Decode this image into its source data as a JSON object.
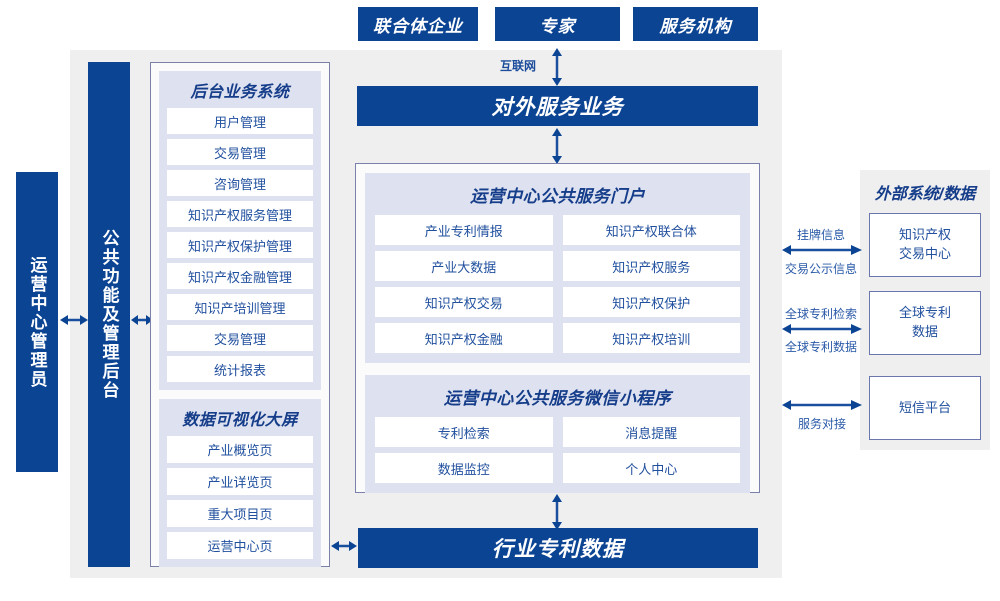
{
  "diagram": {
    "title_top_actors": [
      {
        "label": "联合体企业"
      },
      {
        "label": "专家"
      },
      {
        "label": "服务机构"
      }
    ],
    "internet_label": "互联网",
    "external_service_bar": "对外服务业务",
    "left_actor_bar": "运营中心管理员",
    "common_function_bar": "公共功能及管理后台",
    "backend_group": {
      "title": "后台业务系统",
      "items": [
        "用户管理",
        "交易管理",
        "咨询管理",
        "知识产权服务管理",
        "知识产权保护管理",
        "知识产权金融管理",
        "知识产培训管理",
        "交易管理",
        "统计报表"
      ]
    },
    "visualization_group": {
      "title": "数据可视化大屏",
      "items": [
        "产业概览页",
        "产业详览页",
        "重大项目页",
        "运营中心页"
      ]
    },
    "portal_group": {
      "title": "运营中心公共服务门户",
      "items_left": [
        "产业专利情报",
        "产业大数据",
        "知识产权交易",
        "知识产权金融"
      ],
      "items_right": [
        "知识产权联合体",
        "知识产权服务",
        "知识产权保护",
        "知识产权培训"
      ]
    },
    "miniprogram_group": {
      "title": "运营中心公共服务微信小程序",
      "items_left": [
        "专利检索",
        "数据监控"
      ],
      "items_right": [
        "消息提醒",
        "个人中心"
      ]
    },
    "bottom_bar": "行业专利数据",
    "external": {
      "title": "外部系统/数据",
      "boxes": [
        {
          "line1": "知识产权",
          "line2": "交易中心"
        },
        {
          "line1": "全球专利",
          "line2": "数据"
        },
        {
          "line1": "短信平台",
          "line2": ""
        }
      ],
      "connectors": [
        {
          "above": "挂牌信息",
          "below": "交易公示信息"
        },
        {
          "above": "全球专利检索",
          "below": "全球专利数据"
        },
        {
          "above": "",
          "below": "服务对接"
        }
      ]
    },
    "colors": {
      "brand_blue": "#0c4494",
      "panel_border": "#7a82ac",
      "group_bg": "#dee2f0",
      "gray_bg": "#efefef",
      "text_blue": "#21509e"
    }
  }
}
